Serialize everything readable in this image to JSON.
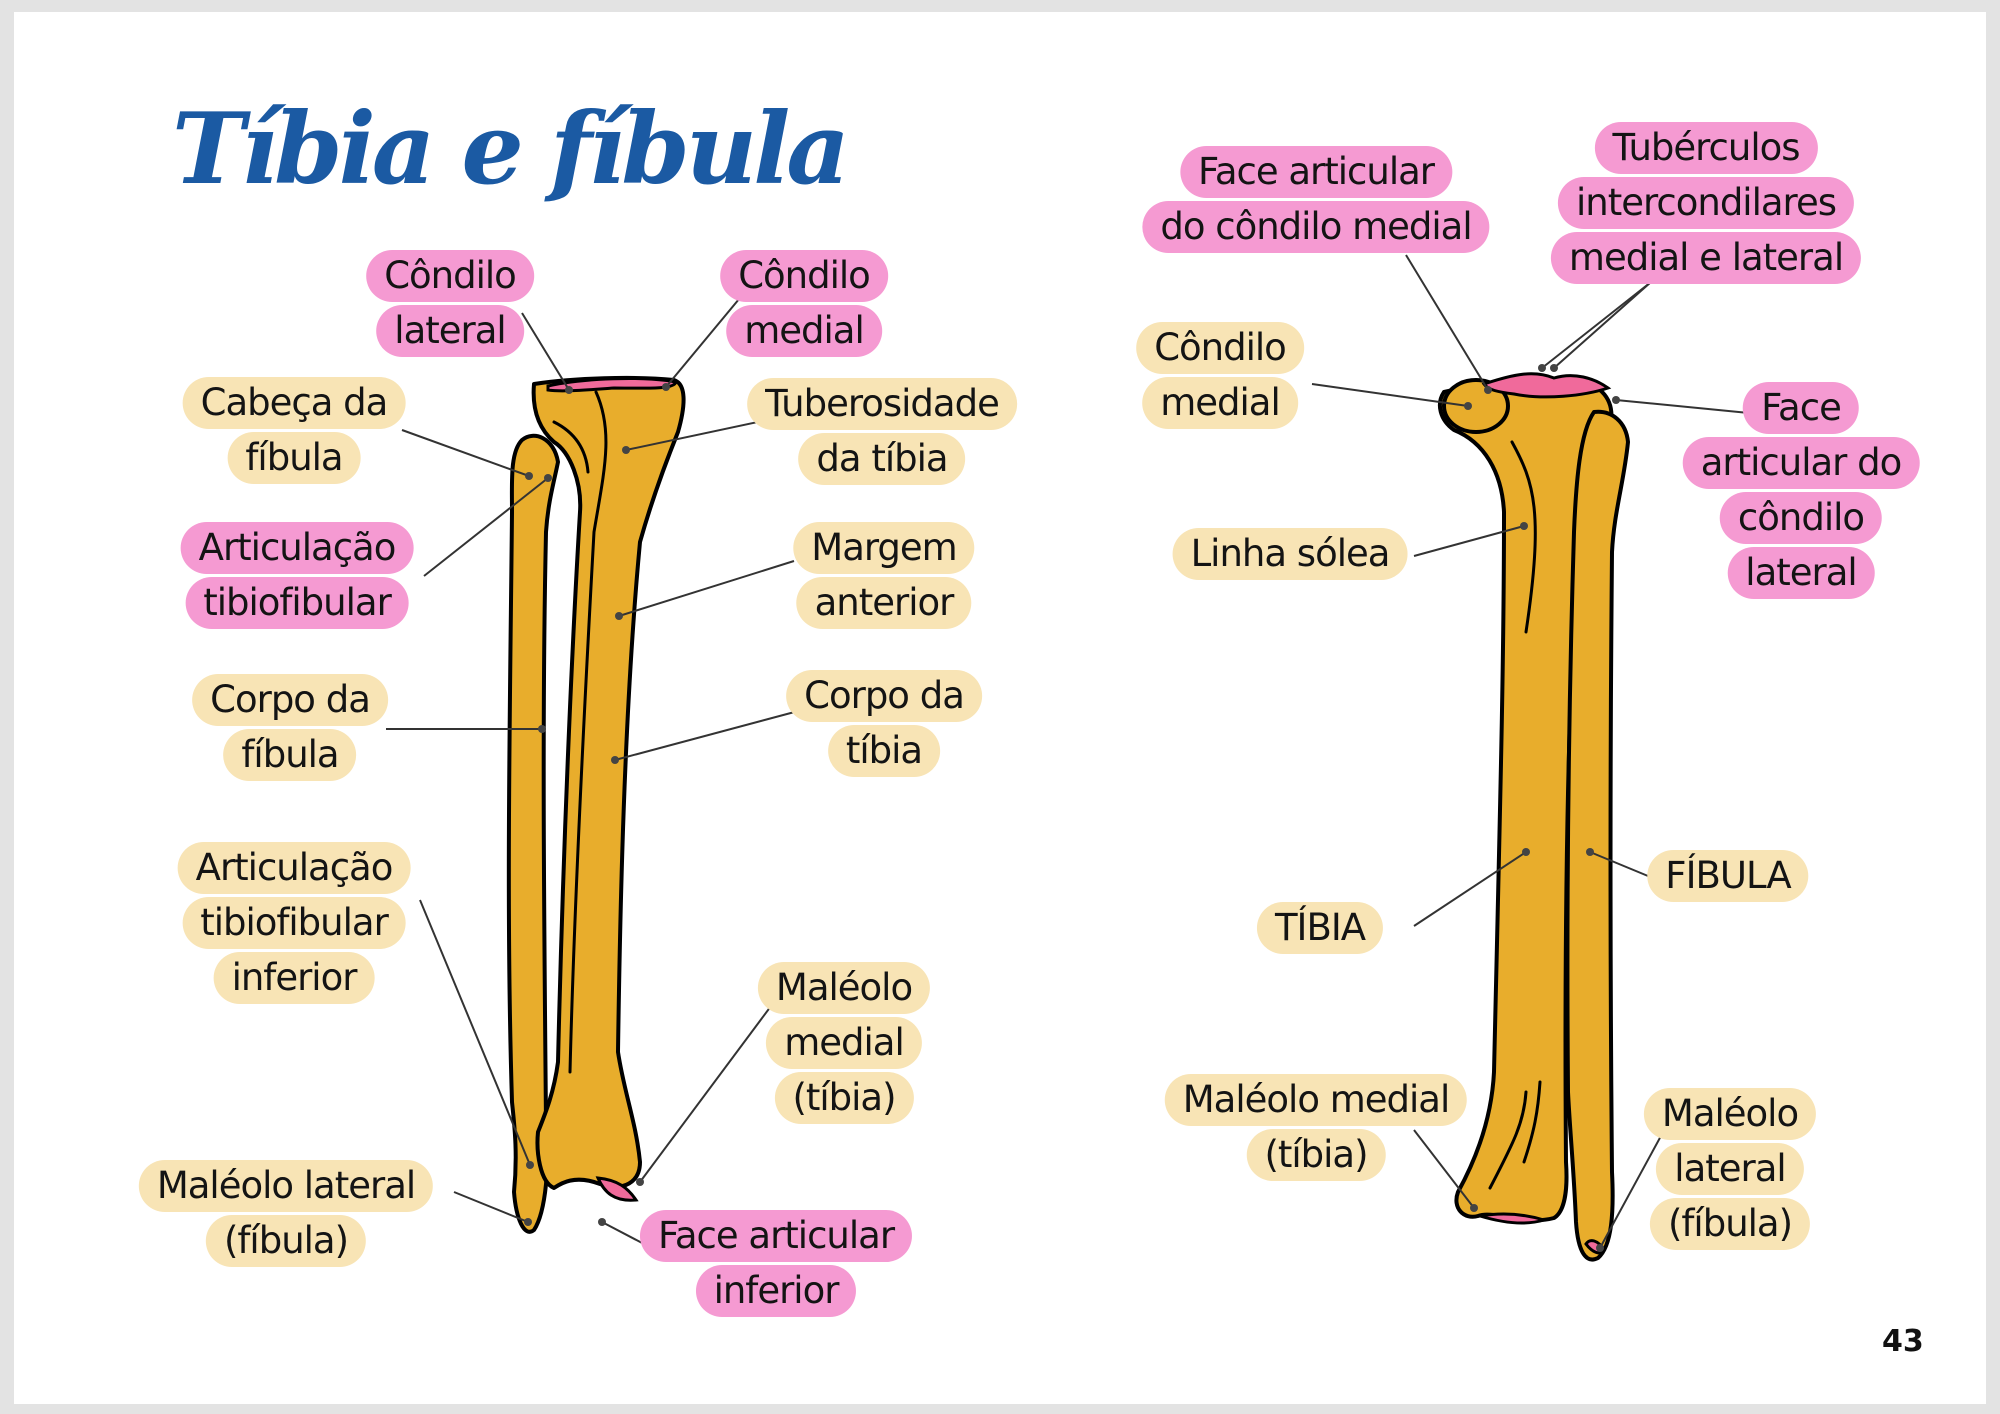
{
  "title": "Tíbia e fíbula",
  "page_number": "43",
  "colors": {
    "title": "#1b5aa3",
    "bone": "#e8ad2c",
    "pink_label": "#f59ad2",
    "beige_label": "#f8e4b5",
    "cartilage": "#f06a9b"
  },
  "anterior_view": {
    "labels": {
      "condilo_lateral": [
        "Côndilo",
        "lateral"
      ],
      "condilo_medial": [
        "Côndilo",
        "medial"
      ],
      "cabeca_fibula": [
        "Cabeça da",
        "fíbula"
      ],
      "tuberosidade_tibia": [
        "Tuberosidade",
        "da tíbia"
      ],
      "articulacao_tibiofibular": [
        "Articulação",
        "tibiofibular"
      ],
      "margem_anterior": [
        "Margem",
        "anterior"
      ],
      "corpo_fibula": [
        "Corpo da",
        "fíbula"
      ],
      "corpo_tibia": [
        "Corpo da",
        "tíbia"
      ],
      "articulacao_tibiofibular_inferior": [
        "Articulação",
        "tibiofibular",
        "inferior"
      ],
      "maleolo_medial": [
        "Maléolo",
        "medial",
        "(tíbia)"
      ],
      "maleolo_lateral": [
        "Maléolo lateral",
        "(fíbula)"
      ],
      "face_articular_inferior": [
        "Face articular",
        "inferior"
      ]
    }
  },
  "posterior_view": {
    "labels": {
      "face_articular_condilo_medial": [
        "Face articular",
        "do côndilo medial"
      ],
      "tuberculos_intercondilares": [
        "Tubérculos",
        "intercondilares",
        "medial e lateral"
      ],
      "condilo_medial": [
        "Côndilo",
        "medial"
      ],
      "face_articular_condilo_lateral": [
        "Face",
        "articular do",
        "côndilo",
        "lateral"
      ],
      "linha_solea": [
        "Linha sólea"
      ],
      "fibula": [
        "FÍBULA"
      ],
      "tibia": [
        "TÍBIA"
      ],
      "maleolo_medial": [
        "Maléolo medial",
        "(tíbia)"
      ],
      "maleolo_lateral": [
        "Maléolo",
        "lateral",
        "(fíbula)"
      ]
    }
  }
}
